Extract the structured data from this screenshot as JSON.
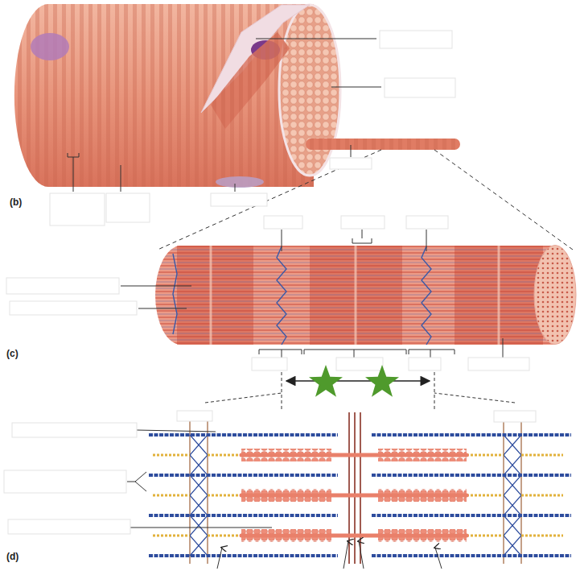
{
  "diagram": {
    "labels": [
      "(b)",
      "(c)",
      "(d)"
    ]
  }
}
